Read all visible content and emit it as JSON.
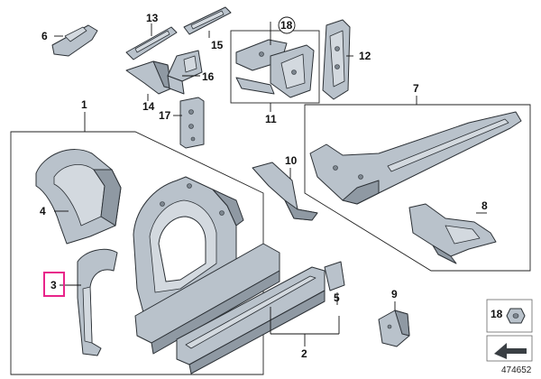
{
  "callouts": {
    "c1": "1",
    "c2": "2",
    "c3": "3",
    "c4": "4",
    "c5": "5",
    "c6": "6",
    "c7": "7",
    "c8": "8",
    "c9": "9",
    "c10": "10",
    "c11": "11",
    "c12": "12",
    "c13": "13",
    "c14": "14",
    "c15": "15",
    "c16": "16",
    "c17": "17",
    "c18_circled": "18",
    "c18_box": "18"
  },
  "reference_number": "474652",
  "colors": {
    "highlight": "#e8248a",
    "part_fill": "#b9c2cb",
    "line": "#2c3136"
  }
}
